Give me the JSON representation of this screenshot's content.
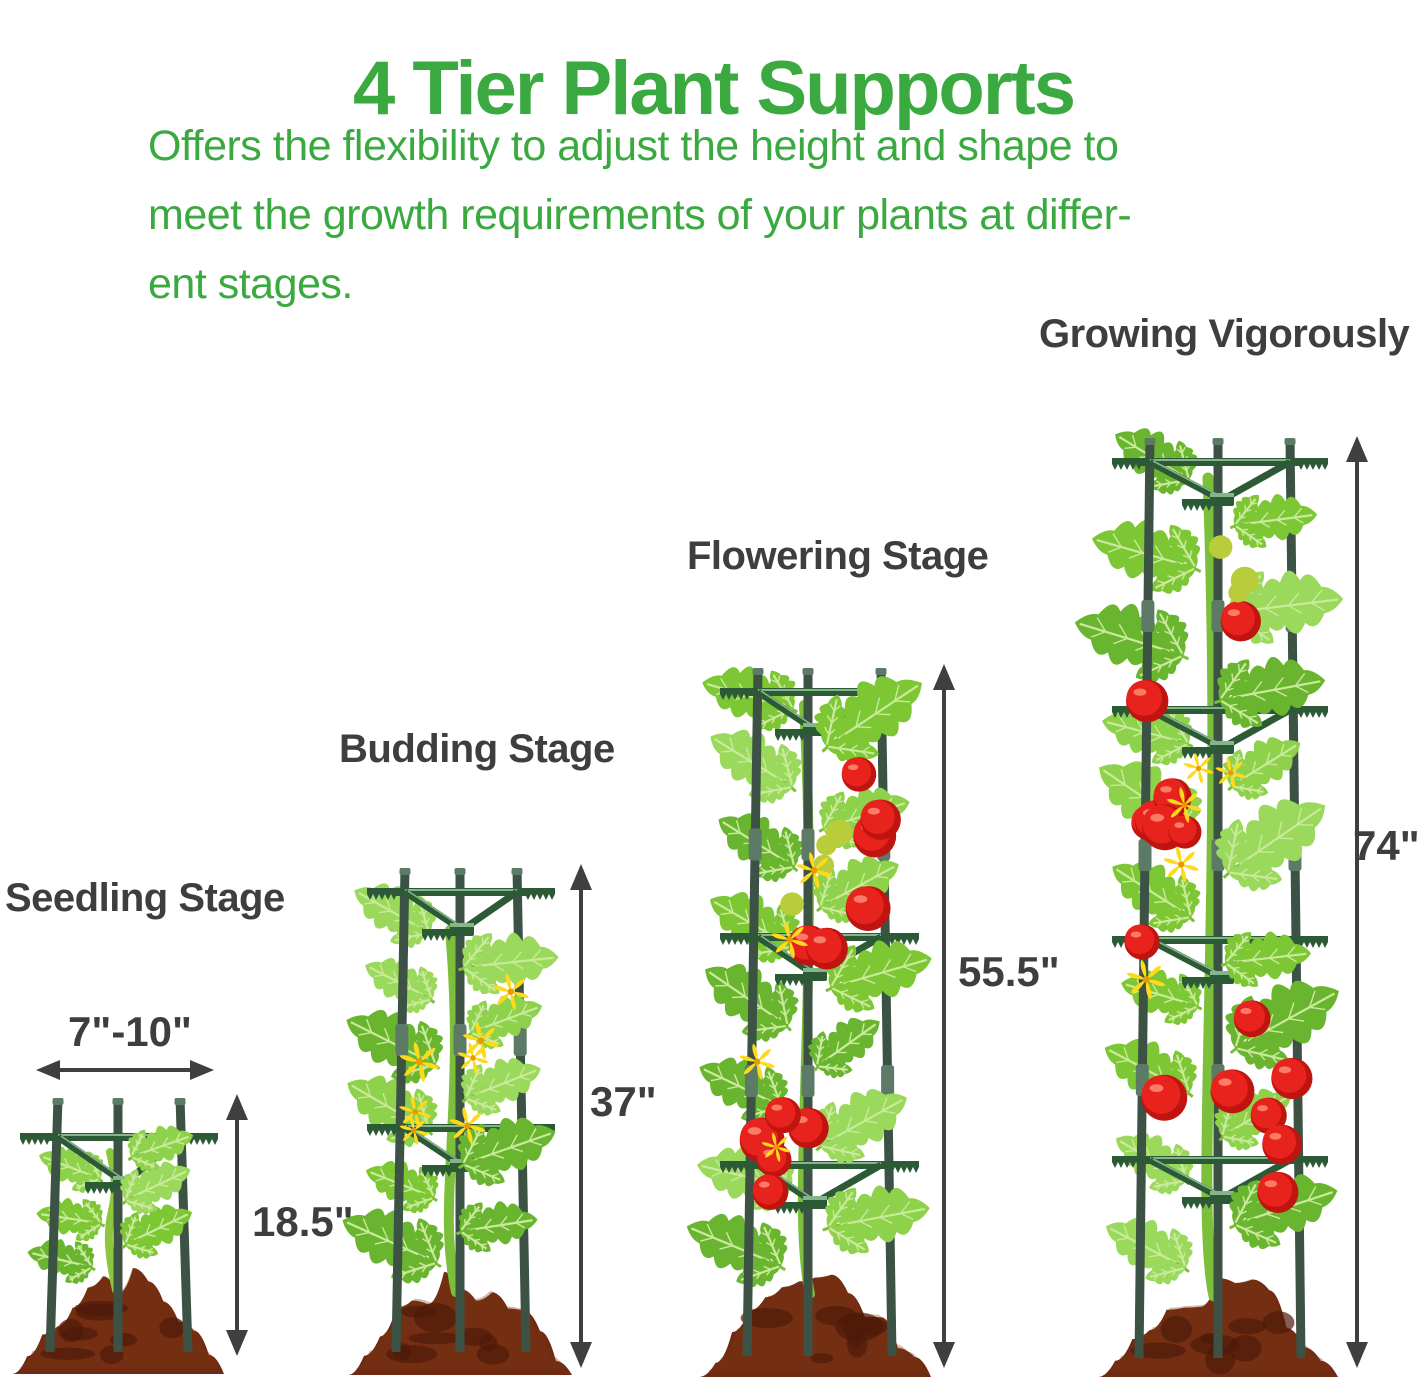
{
  "title": "4 Tier Plant Supports",
  "description_lines": [
    "Offers the flexibility to adjust the height and shape to",
    "meet the growth requirements of your plants at differ-",
    "ent stages."
  ],
  "stages": [
    {
      "name": "Seedling Stage",
      "tiers": 1,
      "height_label": "18.5\"",
      "width_label": "7\"-10\""
    },
    {
      "name": "Budding Stage",
      "tiers": 2,
      "height_label": "37\""
    },
    {
      "name": "Flowering Stage",
      "tiers": 3,
      "height_label": "55.5\""
    },
    {
      "name": "Growing Vigorously",
      "tiers": 4,
      "height_label": "74\""
    }
  ],
  "colors": {
    "title_green": "#3aa93f",
    "label_gray": "#3e3e3e",
    "arrow_gray": "#3f3f3f",
    "leaf_palette": [
      "#7cc733",
      "#8ed14b",
      "#6ab52f",
      "#9bd95c"
    ],
    "leaf_vein": "#c9ea9b",
    "stem_green": "#7cbf3a",
    "seedling_stem": "#8cc63f",
    "stake_green": "#3b5244",
    "stake_highlight": "#5d7a66",
    "ring_green": "#2d5a36",
    "ring_highlight": "#86b48b",
    "tomato_red": "#e8231d",
    "tomato_shadow": "#bf1410",
    "tomato_highlight": "#ff8a75",
    "green_fruit": "#b9cc3a",
    "flower_yellow": "#ffd91c",
    "flower_center": "#e89a00",
    "soil_brown": "#6f2b11",
    "soil_dark": "#4e1a08",
    "soil_light": "#7f3717"
  }
}
